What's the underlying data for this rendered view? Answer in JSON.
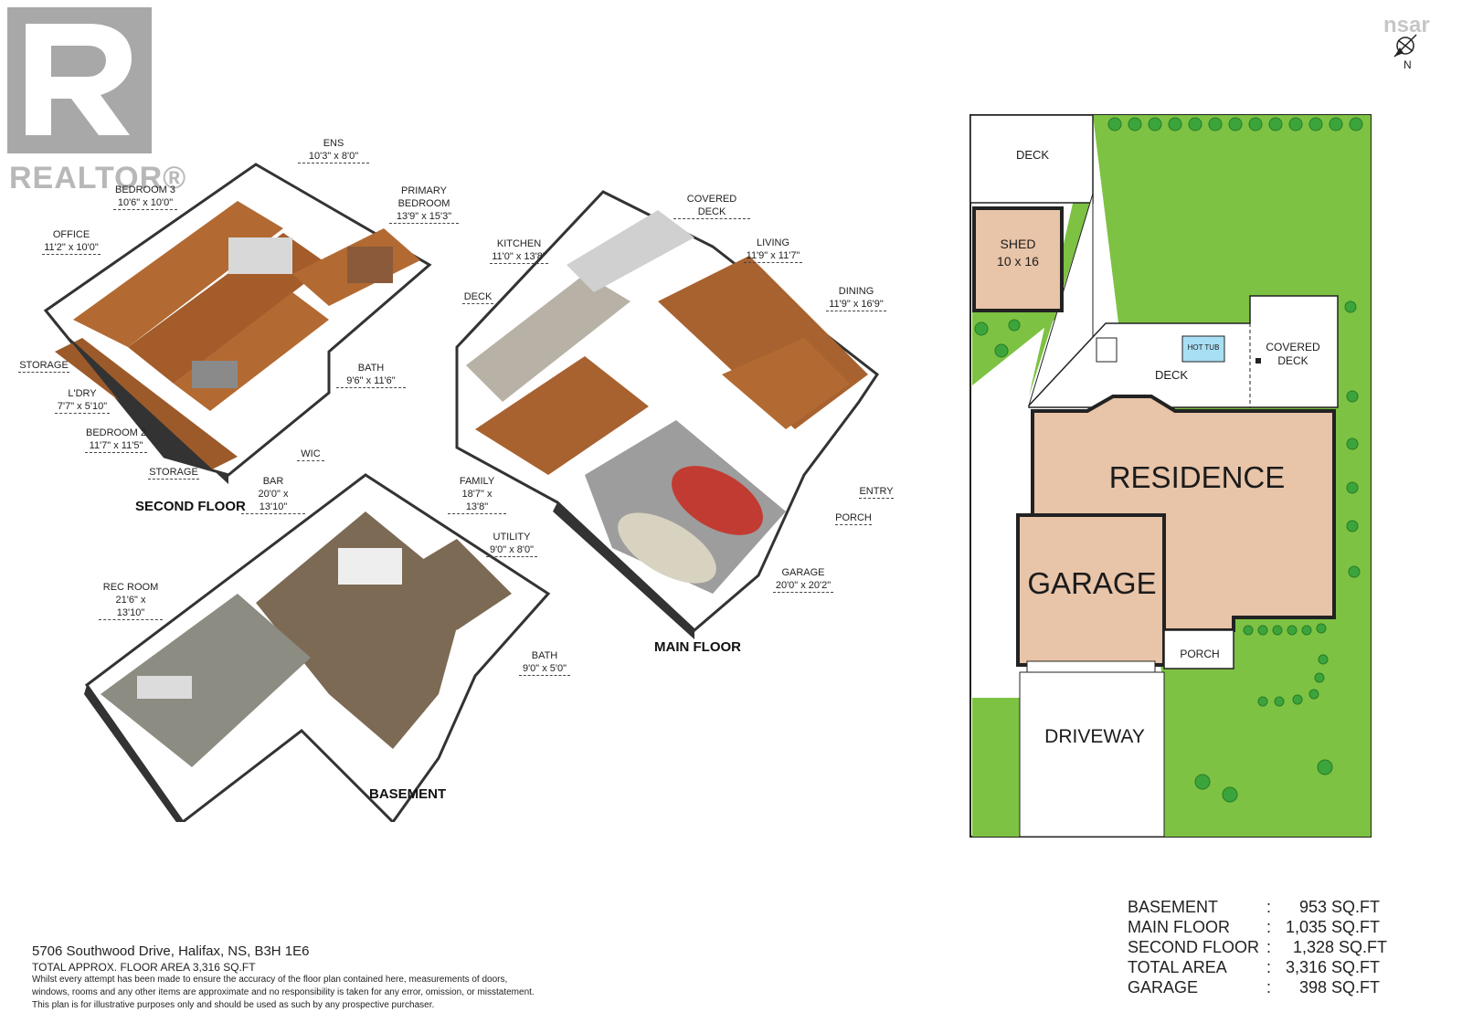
{
  "logos": {
    "realtor": "REALTOR®",
    "nsar": "nsar"
  },
  "compass": {
    "north": "N"
  },
  "second_floor": {
    "title": "SECOND FLOOR",
    "rooms": [
      {
        "name": "ENS",
        "dim": "10'3\" x 8'0\""
      },
      {
        "name": "BEDROOM 3",
        "dim": "10'6\" x 10'0\""
      },
      {
        "name": "PRIMARY BEDROOM",
        "dim": "13'9\" x 15'3\""
      },
      {
        "name": "OFFICE",
        "dim": "11'2\" x 10'0\""
      },
      {
        "name": "STORAGE",
        "dim": ""
      },
      {
        "name": "L'DRY",
        "dim": "7'7\" x 5'10\""
      },
      {
        "name": "BATH",
        "dim": "9'6\" x 11'6\""
      },
      {
        "name": "BEDROOM 2",
        "dim": "11'7\" x 11'5\""
      },
      {
        "name": "WIC",
        "dim": ""
      },
      {
        "name": "STORAGE",
        "dim": ""
      }
    ]
  },
  "main_floor": {
    "title": "MAIN FLOOR",
    "rooms": [
      {
        "name": "COVERED DECK",
        "dim": ""
      },
      {
        "name": "KITCHEN",
        "dim": "11'0\" x 13'8\""
      },
      {
        "name": "LIVING",
        "dim": "11'9\" x 11'7\""
      },
      {
        "name": "DECK",
        "dim": ""
      },
      {
        "name": "DINING",
        "dim": "11'9\" x 16'9\""
      },
      {
        "name": "FAMILY",
        "dim": "18'7\" x 13'8\""
      },
      {
        "name": "ENTRY",
        "dim": ""
      },
      {
        "name": "PORCH",
        "dim": ""
      },
      {
        "name": "GARAGE",
        "dim": "20'0\" x 20'2\""
      }
    ]
  },
  "basement": {
    "title": "BASEMENT",
    "rooms": [
      {
        "name": "BAR",
        "dim": "20'0\" x 13'10\""
      },
      {
        "name": "UTILITY",
        "dim": "9'0\" x 8'0\""
      },
      {
        "name": "REC ROOM",
        "dim": "21'6\" x 13'10\""
      },
      {
        "name": "BATH",
        "dim": "9'0\" x 5'0\""
      }
    ]
  },
  "site_plan": {
    "deck_top": "DECK",
    "shed": "SHED",
    "shed_size": "10 x 16",
    "hot_tub": "HOT TUB",
    "deck": "DECK",
    "covered_deck_1": "COVERED",
    "covered_deck_2": "DECK",
    "residence": "RESIDENCE",
    "garage": "GARAGE",
    "porch": "PORCH",
    "driveway": "DRIVEWAY"
  },
  "footer": {
    "address": "5706 Southwood Drive, Halifax, NS, B3H 1E6",
    "total_area_line": "TOTAL APPROX. FLOOR AREA 3,316 SQ.FT",
    "disclaimer_1": "Whilst every attempt has been made to ensure the accuracy of the floor plan contained here, measurements of doors,",
    "disclaimer_2": "windows, rooms and any other items are approximate and no responsibility is taken for any error, omission, or misstatement.",
    "disclaimer_3": "This plan is for illustrative purposes only and should be used as such by any prospective purchaser."
  },
  "area_summary": [
    {
      "label": "BASEMENT",
      "sep": ":",
      "value": "953 SQ.FT"
    },
    {
      "label": "MAIN FLOOR",
      "sep": ":",
      "value": "1,035 SQ.FT"
    },
    {
      "label": "SECOND FLOOR",
      "sep": ":",
      "value": "1,328 SQ.FT"
    },
    {
      "label": "TOTAL AREA",
      "sep": ":",
      "value": "3,316 SQ.FT"
    },
    {
      "label": "GARAGE",
      "sep": ":",
      "value": "398 SQ.FT"
    }
  ],
  "colors": {
    "lawn": "#7dc242",
    "building": "#e8c4a8",
    "wood_floor": "#a0622e",
    "wall": "#3a3a3a",
    "basement_floor": "#7a6a58"
  }
}
